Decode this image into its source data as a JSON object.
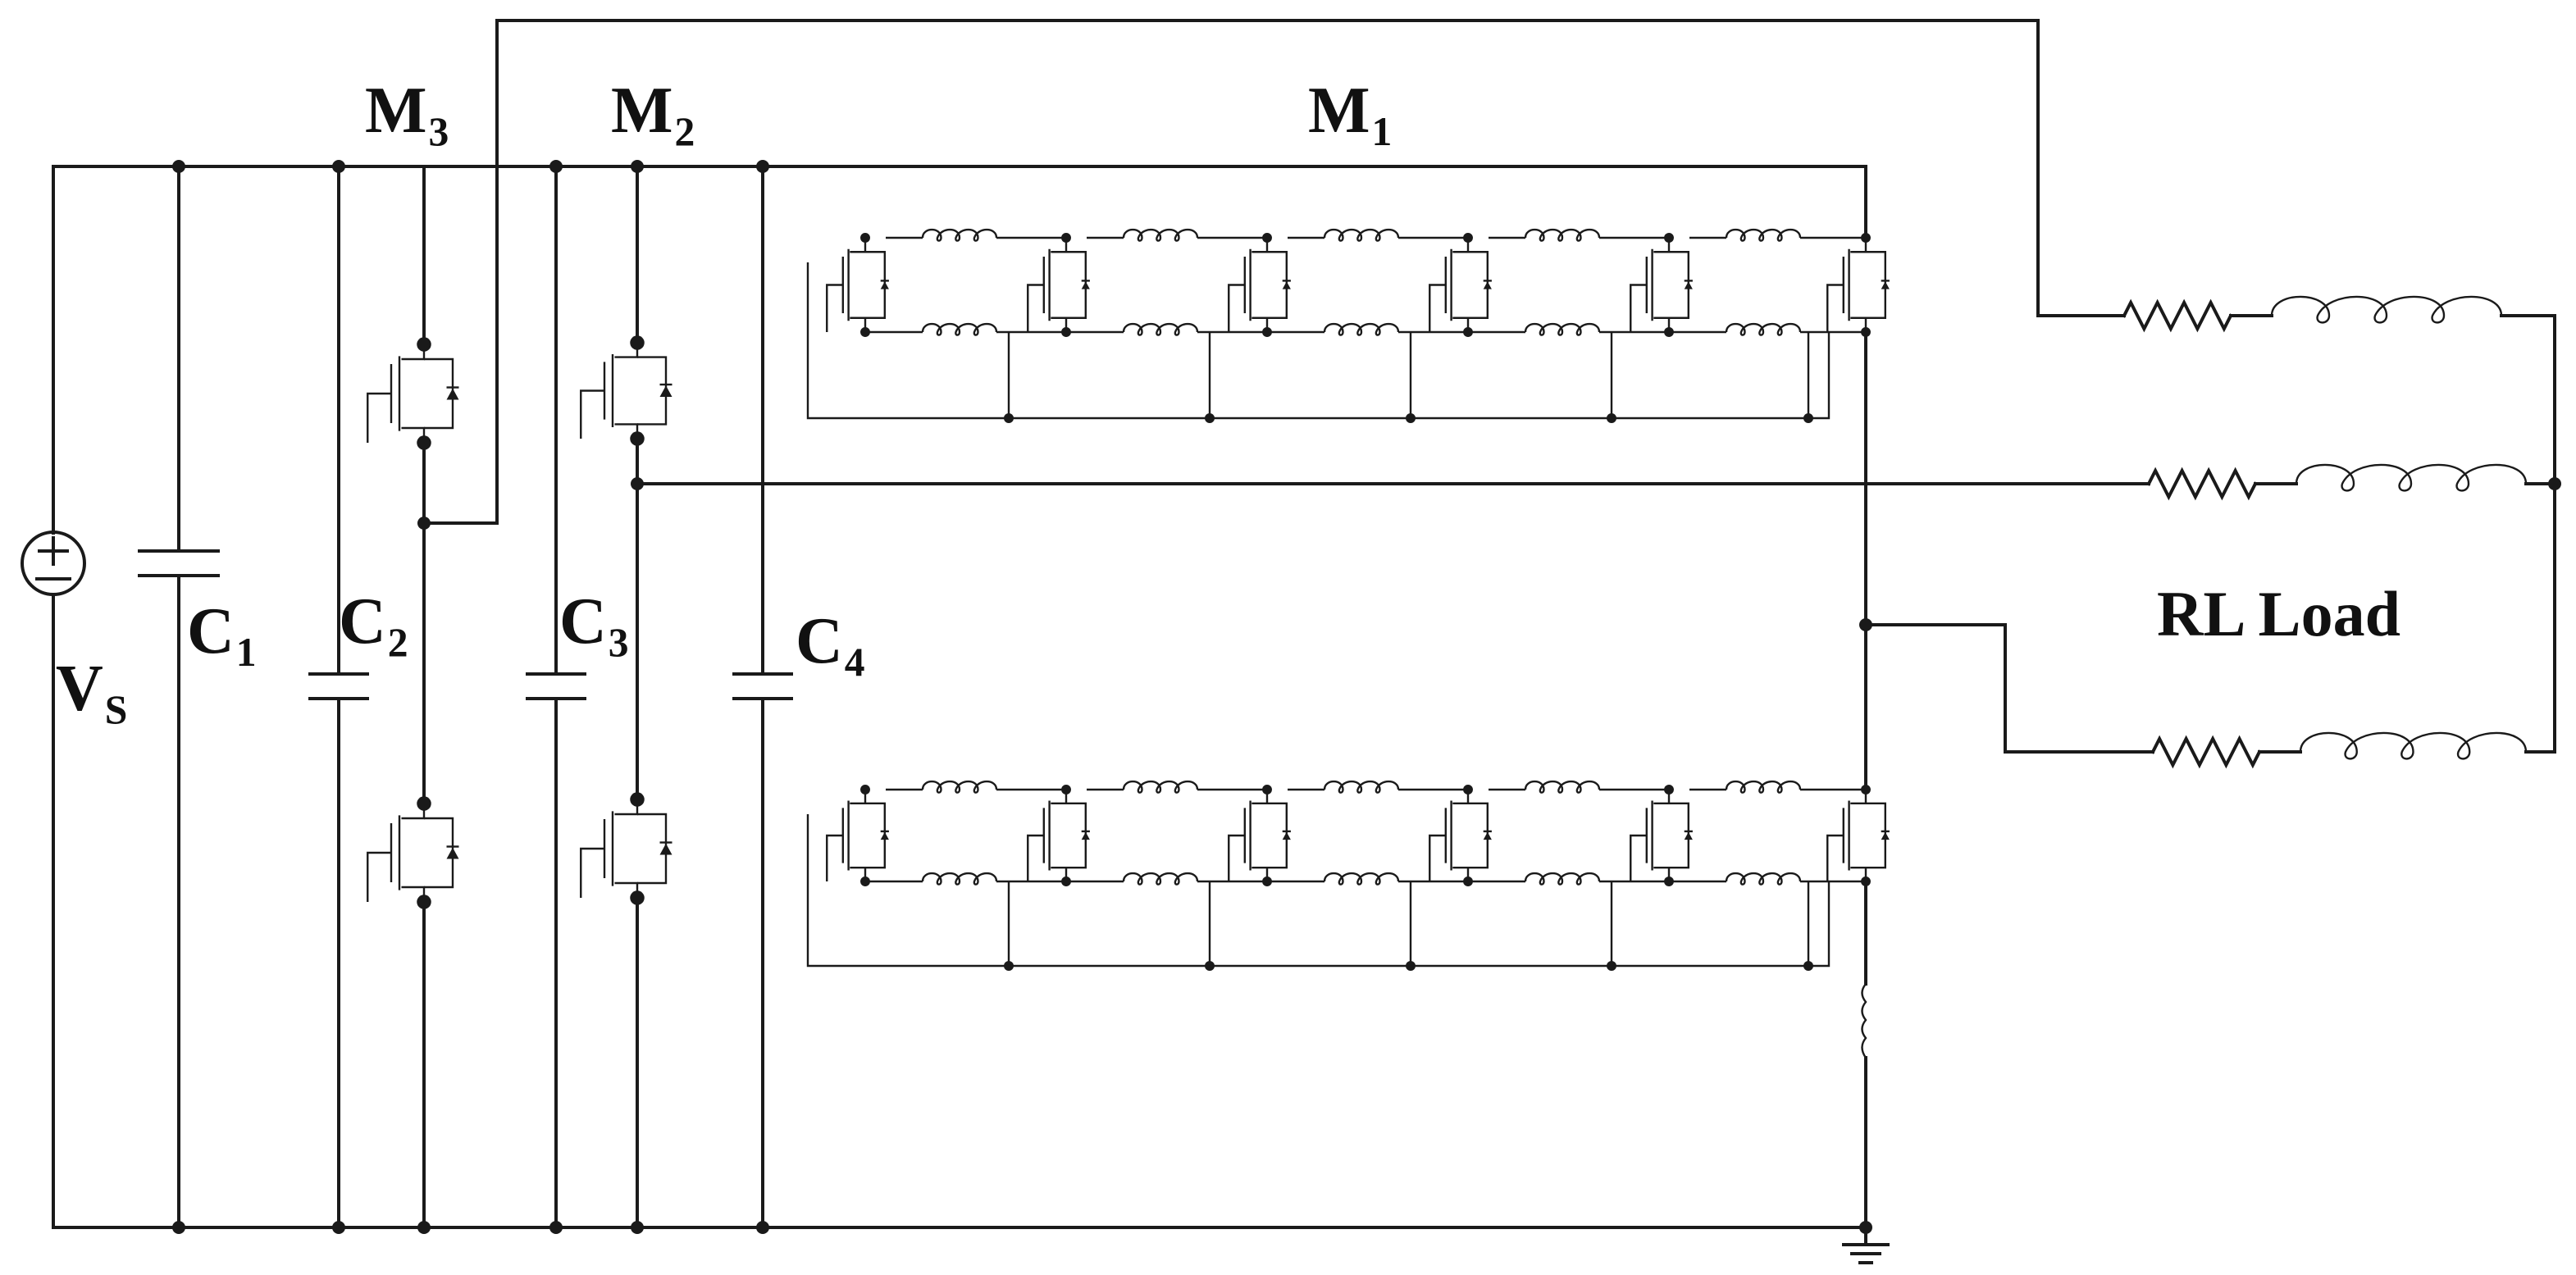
{
  "labels": {
    "source": {
      "main": "V",
      "sub": "S"
    },
    "c1": {
      "main": "C",
      "sub": "1"
    },
    "c2": {
      "main": "C",
      "sub": "2"
    },
    "c3": {
      "main": "C",
      "sub": "3"
    },
    "c4": {
      "main": "C",
      "sub": "4"
    },
    "m1": {
      "main": "M",
      "sub": "1"
    },
    "m2": {
      "main": "M",
      "sub": "2"
    },
    "m3": {
      "main": "M",
      "sub": "3"
    },
    "load": "RL Load"
  },
  "modular_arm": {
    "cells_per_arm": 6,
    "arms": 2
  },
  "load_phases": 3,
  "icons": {
    "source_symbol": "dc-voltage-source-icon",
    "ground_symbol": "ground-icon",
    "switch_symbol": "mosfet-icon",
    "capacitor_symbol": "capacitor-icon",
    "resistor_symbol": "resistor-icon",
    "inductor_symbol": "inductor-icon"
  },
  "colors": {
    "line": "#1a1a1a",
    "background": "#ffffff"
  }
}
